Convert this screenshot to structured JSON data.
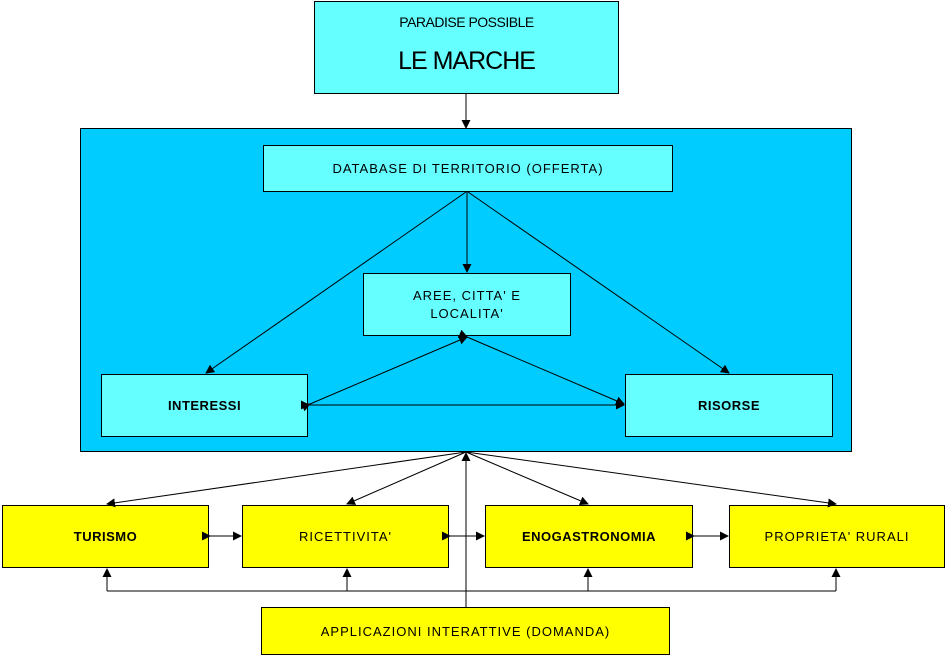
{
  "top": {
    "small": "PARADISE POSSIBLE",
    "big": "LE MARCHE"
  },
  "database": "DATABASE DI TERRITORIO (OFFERTA)",
  "aree_line1": "AREE, CITTA' E",
  "aree_line2": "LOCALITA'",
  "interessi": "INTERESSI",
  "risorse": "RISORSE",
  "turismo": "TURISMO",
  "ricettivita": "RICETTIVITA'",
  "enogastronomia": "ENOGASTRONOMIA",
  "proprieta": "PROPRIETA' RURALI",
  "applicazioni": "APPLICAZIONI INTERATTIVE (DOMANDA)",
  "colors": {
    "container": "#00ccff",
    "cyan_box": "#66ffff",
    "yellow_box": "#ffff00"
  }
}
